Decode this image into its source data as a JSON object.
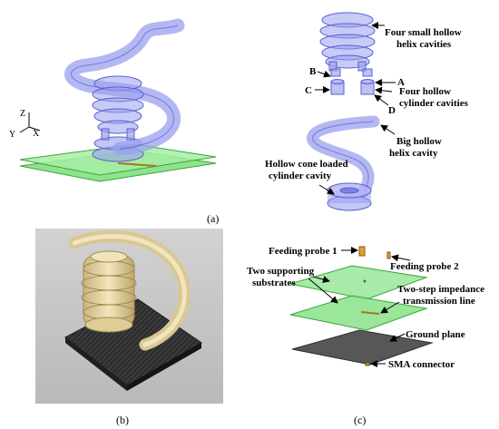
{
  "panel_labels": {
    "a": "(a)",
    "b": "(b)",
    "c": "(c)"
  },
  "axes": {
    "z": "Z",
    "y": "Y",
    "x": "X"
  },
  "panel_a_callouts": {
    "small_helix_line1": "Four small hollow",
    "small_helix_line2": "helix cavities",
    "marker_a": "A",
    "marker_b": "B",
    "marker_c": "C",
    "marker_d": "D",
    "cylinder_line1": "Four hollow",
    "cylinder_line2": "cylinder cavities",
    "big_helix_line1": "Big hollow",
    "big_helix_line2": "helix cavity",
    "cone_line1": "Hollow cone loaded",
    "cone_line2": "cylinder cavity"
  },
  "panel_c_callouts": {
    "probe1": "Feeding probe 1",
    "probe2": "Feeding probe 2",
    "substrates_line1": "Two supporting",
    "substrates_line2": "substrates",
    "line_line1": "Two-step impedance",
    "line_line2": "transmission line",
    "ground": "Ground plane",
    "sma": "SMA connector"
  },
  "colors": {
    "helix_fill": "#9aa0ee",
    "helix_stroke": "#5a5fd0",
    "substrate_fill": "#8fe38f",
    "substrate_stroke": "#3aa63a",
    "ground_fill": "#555555",
    "photo_bg": "#c8c8c8",
    "resin": "#e9d9a6"
  }
}
